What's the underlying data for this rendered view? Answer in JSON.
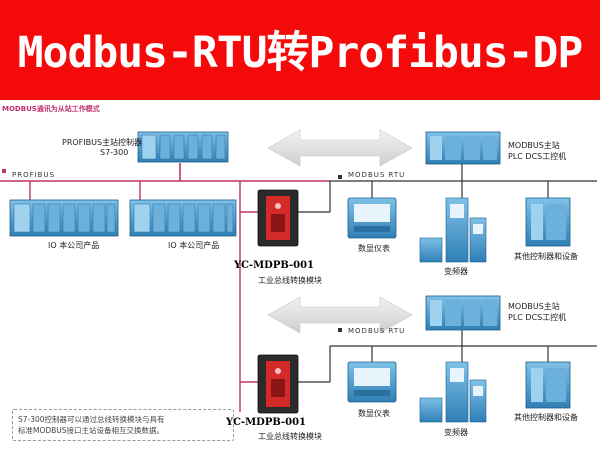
{
  "banner": {
    "title": "Modbus-RTU转Profibus-DP",
    "background": "#f50a0a"
  },
  "diagram": {
    "subtitle": "MODBUS通讯为从站工作模式",
    "master_controller": {
      "name": "PROFIBUS主站控制器",
      "model": "S7-300"
    },
    "profibus_bus": {
      "label": "PROFIBUS"
    },
    "io_products": [
      "IO 本公司产品",
      "IO 本公司产品"
    ],
    "modbus_sections": [
      {
        "bus_label": "MODBUS RTU",
        "master_station": [
          "MODBUS主站",
          "PLC DCS工控机"
        ],
        "converter": {
          "model": "YC-MDPB-001",
          "description": "工业总线转换模块"
        },
        "devices": [
          "数显仪表",
          "变频器",
          "其他控制器和设备"
        ]
      },
      {
        "bus_label": "MODBUS RTU",
        "master_station": [
          "MODBUS主站",
          "PLC DCS工控机"
        ],
        "converter": {
          "model": "YC-MDPB-001",
          "description": "工业总线转换模块"
        },
        "devices": [
          "数显仪表",
          "变频器",
          "其他控制器和设备"
        ]
      }
    ],
    "note": [
      "S7-300控制器可以通过总线转换模块与具有",
      "标准MODBUS接口主站设备相互交换数据。"
    ],
    "colors": {
      "bus_line": "#c0306a",
      "device_blue": "#3c8fc4",
      "arrow_gray": "#dcdcdc",
      "converter_red": "#d42a2a"
    }
  }
}
